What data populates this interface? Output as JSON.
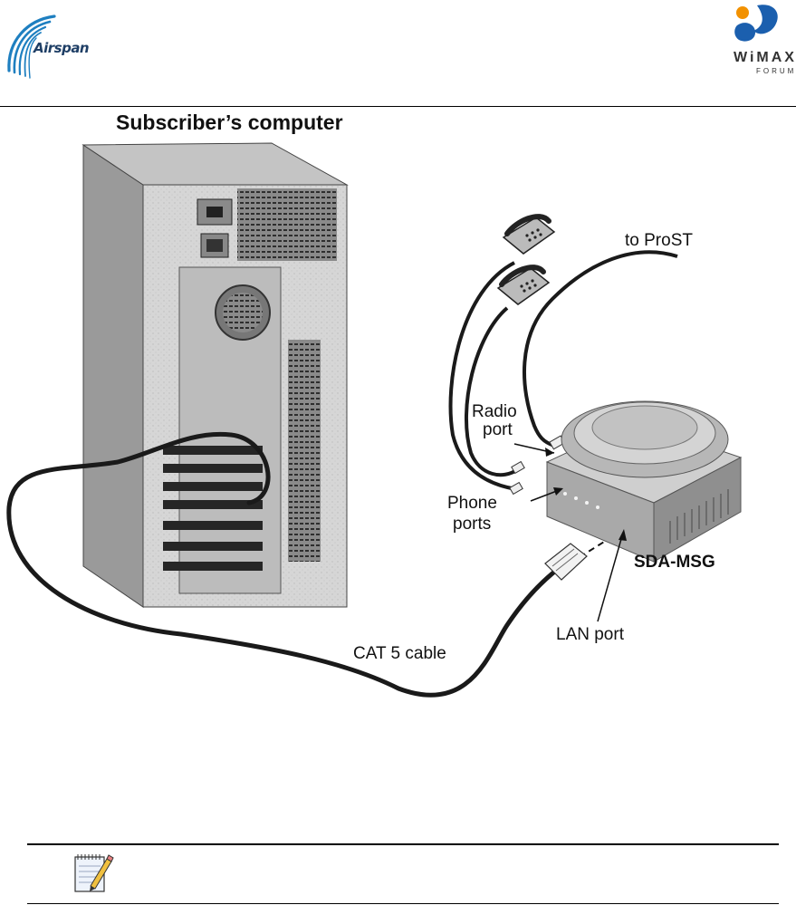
{
  "header": {
    "left_logo": {
      "text": "Airspan",
      "icon": "airspan-logo-icon"
    },
    "right_logo": {
      "word": "WiMAX",
      "subword": "FORUM",
      "icon": "wimax-forum-logo-icon"
    }
  },
  "diagram": {
    "title": "Subscriber’s computer",
    "labels": {
      "to_prost": "to ProST",
      "radio_port_line1": "Radio",
      "radio_port_line2": "port",
      "phone_ports_line1": "Phone",
      "phone_ports_line2": "ports",
      "device": "SDA-MSG",
      "lan_port": "LAN port",
      "cable": "CAT 5 cable"
    },
    "icons": [
      "computer-tower-icon",
      "telephone-icon",
      "telephone-icon",
      "sda-msg-device-icon",
      "rj45-connector-icon"
    ]
  },
  "note": {
    "icon": "notepad-pencil-icon"
  },
  "colors": {
    "airspan_blue": "#1e7fc0",
    "wimax_orange": "#f29100",
    "wimax_blue": "#1b5fae",
    "cable": "#1a1a1a"
  }
}
